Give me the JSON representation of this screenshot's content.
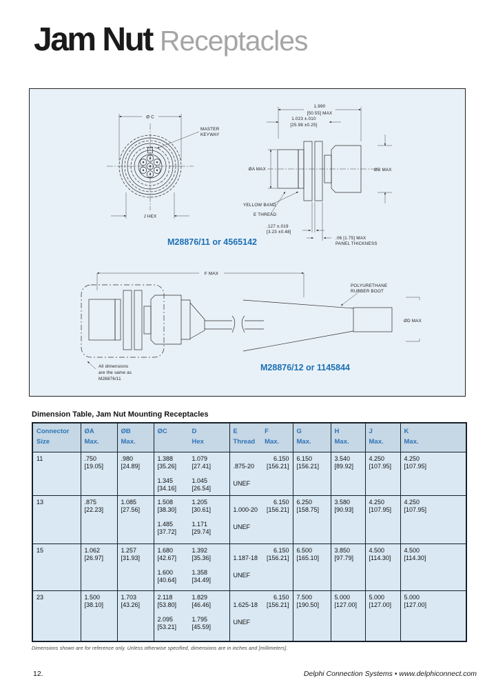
{
  "page": {
    "title": "Jam Nut",
    "subtitle": "Receptacles",
    "page_number": "12.",
    "footer_company": "Delphi Connection Systems",
    "footer_separator": "•",
    "footer_url": "www.delphiconnect.com",
    "footnote": "Dimensions shown are for reference only.  Unless otherwise specified, dimensions are in inches and [millimeters]."
  },
  "colors": {
    "accent_blue": "#1b6fb5",
    "panel_bg": "#e9f1f8",
    "table_header_bg": "#c6d7e5",
    "table_body_bg": "#d9e8f3"
  },
  "drawing": {
    "part_label_top": "M28876/11 or 4565142",
    "part_label_bottom": "M28876/12 or 1145844",
    "front": {
      "dim_c": "Ø C",
      "dim_hex": "J HEX",
      "keyway_1": "MASTER",
      "keyway_2": "KEYWAY"
    },
    "side": {
      "len_in": "1.990",
      "len_mm": "[50.55] MAX",
      "thread_len_in": "1.023 ±.010",
      "thread_len_mm": "[25.98 ±0.25]",
      "dia_a": "ØA MAX",
      "dia_b": "ØB MAX",
      "yellow_band": "YELLOW BAND",
      "e_thread": "E THREAD",
      "offset_in": ".127 ±.019",
      "offset_mm": "[3.23 ±0.48]",
      "panel_1": ".06 [1.75] MAX",
      "panel_2": "PANEL THICKNESS"
    },
    "boot": {
      "dim_f": "F MAX",
      "boot_1": "POLYURETHANE",
      "boot_2": "RUBBER BOOT",
      "dia_d": "ØD MAX",
      "note_1": "All dimensions",
      "note_2": "are the same as",
      "note_3": "M28876/11"
    }
  },
  "table": {
    "title": "Dimension Table, Jam Nut Mounting Receptacles",
    "headers": {
      "size_1": "Connector",
      "size_2": "Size",
      "a_1": "ØA",
      "a_2": "Max.",
      "b_1": "ØB",
      "b_2": "Max.",
      "c": "ØC",
      "d_1": "D",
      "d_2": "Hex",
      "e_1": "E",
      "e_2": "Thread",
      "f_1": "F",
      "f_2": "Max.",
      "g_1": "G",
      "g_2": "Max.",
      "h_1": "H",
      "h_2": "Max.",
      "j_1": "J",
      "j_2": "Max.",
      "k_1": "K",
      "k_2": "Max."
    },
    "rows": [
      {
        "size": "11",
        "a": ".750",
        "a_mm": "[19.05]",
        "b": ".980",
        "b_mm": "[24.89]",
        "c1": "1.388",
        "c1_mm": "[35.26]",
        "c2": "1.345",
        "c2_mm": "[34.16]",
        "d1": "1.079",
        "d1_mm": "[27.41]",
        "d2": "1.045",
        "d2_mm": "[26.54]",
        "e": ".875-20",
        "e_series": "UNEF",
        "f": "6.150",
        "f_mm": "[156.21]",
        "g": "6.150",
        "g_mm": "[156.21]",
        "h": "3.540",
        "h_mm": "[89.92]",
        "j": "4.250",
        "j_mm": "[107.95]",
        "k": "4.250",
        "k_mm": "[107.95]"
      },
      {
        "size": "13",
        "a": ".875",
        "a_mm": "[22.23]",
        "b": "1.085",
        "b_mm": "[27.56]",
        "c1": "1.508",
        "c1_mm": "[38.30]",
        "c2": "1.485",
        "c2_mm": "[37.72]",
        "d1": "1.205",
        "d1_mm": "[30.61]",
        "d2": "1.171",
        "d2_mm": "[29.74]",
        "e": "1.000-20",
        "e_series": "UNEF",
        "f": "6.150",
        "f_mm": "[156.21]",
        "g": "6.250",
        "g_mm": "[158.75]",
        "h": "3.580",
        "h_mm": "[90.93]",
        "j": "4.250",
        "j_mm": "[107.95]",
        "k": "4.250",
        "k_mm": "[107.95]"
      },
      {
        "size": "15",
        "a": "1.062",
        "a_mm": "[26.97]",
        "b": "1.257",
        "b_mm": "[31.93]",
        "c1": "1.680",
        "c1_mm": "[42.67]",
        "c2": "1.600",
        "c2_mm": "[40.64]",
        "d1": "1.392",
        "d1_mm": "[35.36]",
        "d2": "1.358",
        "d2_mm": "[34.49]",
        "e": "1.187-18",
        "e_series": "UNEF",
        "f": "6.150",
        "f_mm": "[156.21]",
        "g": "6.500",
        "g_mm": "[165.10]",
        "h": "3.850",
        "h_mm": "[97.79]",
        "j": "4.500",
        "j_mm": "[114.30]",
        "k": "4.500",
        "k_mm": "[114.30]"
      },
      {
        "size": "23",
        "a": "1.500",
        "a_mm": "[38.10]",
        "b": "1.703",
        "b_mm": "[43.26]",
        "c1": "2.118",
        "c1_mm": "[53.80]",
        "c2": "2.095",
        "c2_mm": "[53.21]",
        "d1": "1.829",
        "d1_mm": "[46.46]",
        "d2": "1.795",
        "d2_mm": "[45.59]",
        "e": "1.625-18",
        "e_series": "UNEF",
        "f": "6.150",
        "f_mm": "[156.21]",
        "g": "7.500",
        "g_mm": "[190.50]",
        "h": "5.000",
        "h_mm": "[127.00]",
        "j": "5.000",
        "j_mm": "[127.00]",
        "k": "5.000",
        "k_mm": "[127.00]"
      }
    ]
  }
}
